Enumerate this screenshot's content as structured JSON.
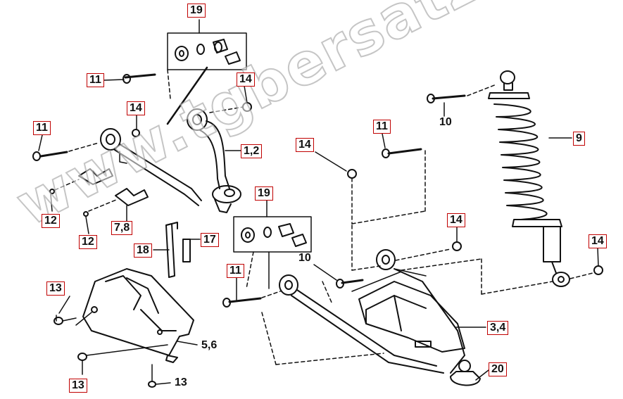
{
  "callouts": {
    "c19a": "19",
    "c11a": "11",
    "c14a": "14",
    "c14b": "14",
    "c11b": "11",
    "c12a": "12",
    "c12b": "12",
    "c78": "7,8",
    "c12": "1,2",
    "c14c": "14",
    "c11c": "11",
    "c10a": "10",
    "c9": "9",
    "c19b": "19",
    "c18": "18",
    "c17": "17",
    "c11d": "11",
    "c10b": "10",
    "c14d": "14",
    "c14e": "14",
    "c13a": "13",
    "c56": "5,6",
    "c34": "3,4",
    "c13b": "13",
    "c13c": "13",
    "c20": "20"
  },
  "watermark": "www.tgbersatzteile.de",
  "colors": {
    "callout_border": "#c00000",
    "line": "#111111"
  }
}
